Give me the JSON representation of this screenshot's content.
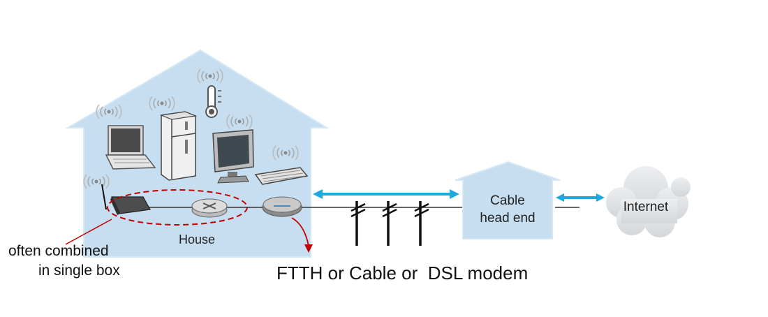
{
  "labels": {
    "house": "House",
    "headend_line1": "Cable",
    "headend_line2": "head end",
    "internet": "Internet",
    "combined_line1": "often combined",
    "combined_line2": "in single box",
    "modem_caption": "FTTH or Cable or  DSL modem"
  },
  "icons": [
    "wifi-icon",
    "laptop-icon",
    "refrigerator-icon",
    "thermometer-icon",
    "monitor-icon",
    "keyboard-icon",
    "wifi-access-point-icon",
    "router-icon",
    "modem-icon",
    "utility-pole-icon",
    "cloud-icon"
  ],
  "colors": {
    "house_fill": "#c6def0",
    "house_edge": "#d7e8f5",
    "link_arrow": "#1fa9e1",
    "callout_red": "#c00000",
    "cable_line": "#333333"
  }
}
